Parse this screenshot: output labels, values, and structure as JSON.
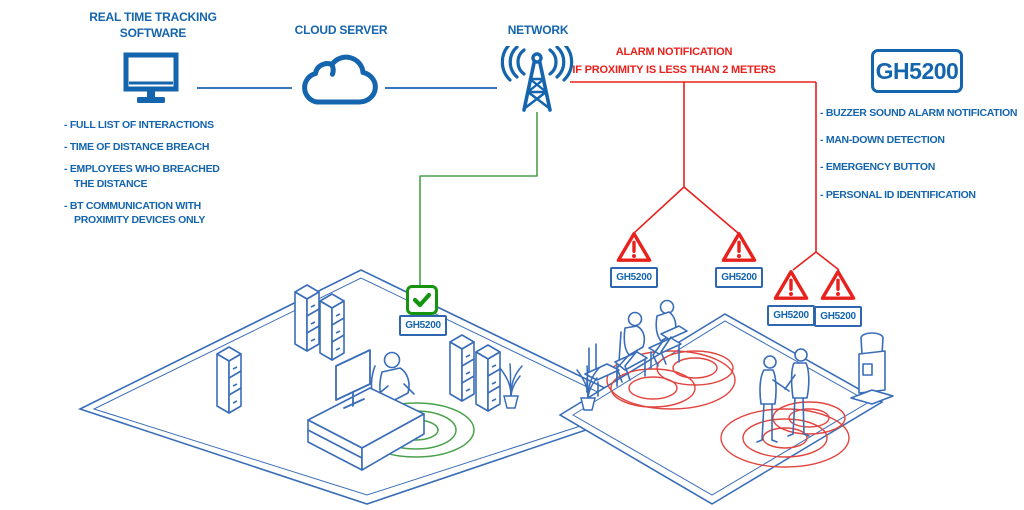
{
  "colors": {
    "text_blue": "#1565ae",
    "art_blue": "#3a6db8",
    "connector_blue": "#3a76c0",
    "alarm_red": "#e8211d",
    "ring_red": "#e2453f",
    "ok_green": "#17940f",
    "green_line": "#49a14b"
  },
  "nodes": {
    "software": {
      "label": "REAL TIME TRACKING SOFTWARE"
    },
    "cloud": {
      "label": "CLOUD SERVER"
    },
    "network": {
      "label": "NETWORK"
    }
  },
  "alarm_note": {
    "line1": "ALARM NOTIFICATION",
    "line2": "IF PROXIMITY IS LESS THAN 2 METERS"
  },
  "device": {
    "model": "GH5200"
  },
  "software_features": [
    "- FULL LIST OF INTERACTIONS",
    "- TIME OF DISTANCE BREACH",
    "- EMPLOYEES WHO BREACHED\nTHE DISTANCE",
    "- BT COMMUNICATION WITH\nPROXIMITY DEVICES ONLY"
  ],
  "device_features": [
    "- BUZZER SOUND ALARM NOTIFICATION",
    "- MAN-DOWN DETECTION",
    "- EMERGENCY BUTTON",
    "- PERSONAL ID IDENTIFICATION"
  ],
  "safe_badge": {
    "label": "GH5200"
  },
  "alarm_badges": [
    "GH5200",
    "GH5200",
    "GH5200",
    "GH5200"
  ]
}
